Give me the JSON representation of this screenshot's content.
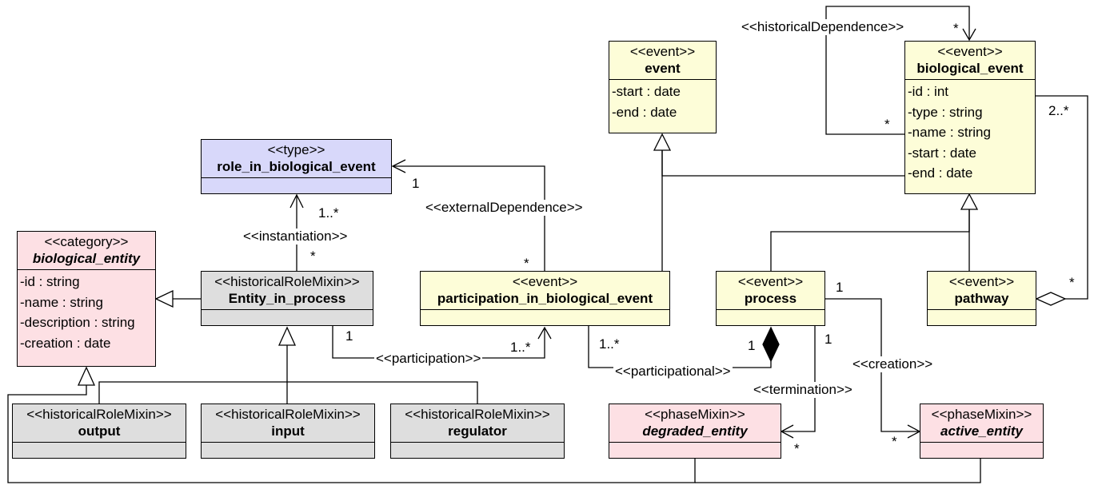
{
  "classes": {
    "event": {
      "stereotype": "<<event>>",
      "name": "event",
      "attrs": [
        "-start : date",
        "-end : date"
      ]
    },
    "biological_event": {
      "stereotype": "<<event>>",
      "name": "biological_event",
      "attrs": [
        "-id : int",
        "-type : string",
        "-name : string",
        "-start : date",
        "-end : date"
      ]
    },
    "role": {
      "stereotype": "<<type>>",
      "name": "role_in_biological_event"
    },
    "biological_entity": {
      "stereotype": "<<category>>",
      "name": "biological_entity",
      "attrs": [
        "-id : string",
        "-name : string",
        "-description : string",
        "-creation : date"
      ]
    },
    "entity_in_process": {
      "stereotype": "<<historicalRoleMixin>>",
      "name": "Entity_in_process"
    },
    "participation": {
      "stereotype": "<<event>>",
      "name": "participation_in_biological_event"
    },
    "process": {
      "stereotype": "<<event>>",
      "name": "process"
    },
    "pathway": {
      "stereotype": "<<event>>",
      "name": "pathway"
    },
    "output": {
      "stereotype": "<<historicalRoleMixin>>",
      "name": "output"
    },
    "input": {
      "stereotype": "<<historicalRoleMixin>>",
      "name": "input"
    },
    "regulator": {
      "stereotype": "<<historicalRoleMixin>>",
      "name": "regulator"
    },
    "degraded_entity": {
      "stereotype": "<<phaseMixin>>",
      "name": "degraded_entity"
    },
    "active_entity": {
      "stereotype": "<<phaseMixin>>",
      "name": "active_entity"
    }
  },
  "labels": {
    "historical_dependence": "<<historicalDependence>>",
    "hd_star_top": "*",
    "hd_star_left": "*",
    "agg_2": "2..*",
    "agg_star": "*",
    "ext_1": "1",
    "external_dependence": "<<externalDependence>>",
    "ext_star": "*",
    "inst_1": "1..*",
    "instantiation": "<<instantiation>>",
    "inst_star": "*",
    "part_1": "1",
    "participation": "<<participation>>",
    "part_many": "1..*",
    "partl_many": "1..*",
    "participational": "<<participational>>",
    "partl_1": "1",
    "term_1": "1",
    "termination": "<<termination>>",
    "term_star": "*",
    "creat_1": "1",
    "creation": "<<creation>>",
    "creat_star": "*"
  },
  "colors": {
    "event": "#fdfdd8",
    "phase": "#fde0e4",
    "role_mixin": "#dedede",
    "type": "#d8d8fa"
  }
}
